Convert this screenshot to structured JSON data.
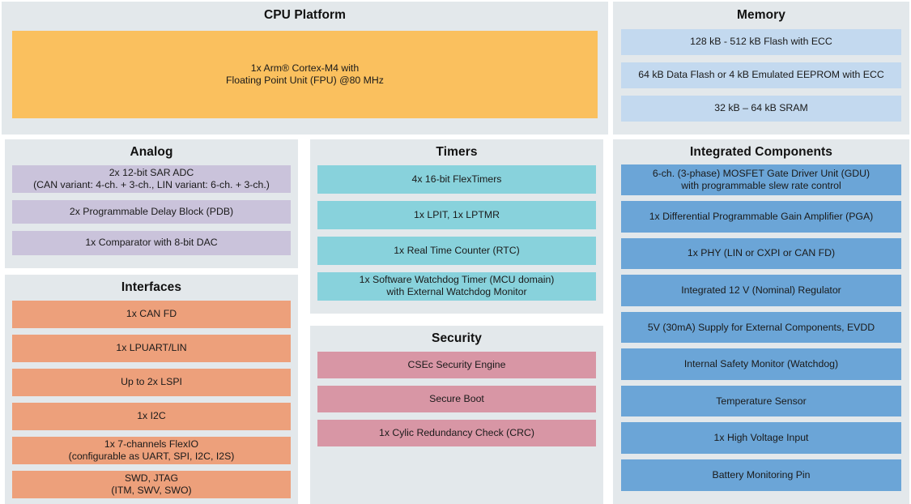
{
  "theme": {
    "page_background": "#ffffff",
    "panel_background": "#e3e8eb",
    "title_color": "#111111",
    "text_color": "#1a1a1a",
    "colors": {
      "cpu": "#fac05e",
      "memory": "#c3d9ef",
      "analog": "#cac3db",
      "interfaces": "#eda07b",
      "timers": "#88d2dc",
      "security": "#d896a5",
      "integrated_components": "#6ba5d7"
    }
  },
  "panels": {
    "cpu_platform": {
      "title": "CPU Platform",
      "blocks": [
        "1x Arm® Cortex-M4 with\nFloating Point Unit (FPU) @80 MHz"
      ]
    },
    "memory": {
      "title": "Memory",
      "blocks": [
        "128 kB - 512 kB Flash with ECC",
        "64 kB Data Flash or 4 kB Emulated EEPROM with ECC",
        "32 kB – 64 kB SRAM"
      ]
    },
    "analog": {
      "title": "Analog",
      "blocks": [
        "2x 12-bit SAR ADC\n(CAN variant: 4-ch. + 3-ch., LIN variant: 6-ch. + 3-ch.)",
        "2x Programmable Delay Block (PDB)",
        "1x Comparator with 8-bit DAC"
      ]
    },
    "interfaces": {
      "title": "Interfaces",
      "blocks": [
        "1x CAN FD",
        "1x LPUART/LIN",
        "Up to 2x LSPI",
        "1x I2C",
        "1x 7-channels FlexIO\n(configurable as UART, SPI, I2C, I2S)",
        "SWD, JTAG\n(ITM, SWV, SWO)"
      ]
    },
    "timers": {
      "title": "Timers",
      "blocks": [
        "4x 16-bit FlexTimers",
        "1x LPIT, 1x LPTMR",
        "1x Real Time Counter (RTC)",
        "1x Software Watchdog Timer (MCU domain)\nwith External Watchdog Monitor"
      ]
    },
    "security": {
      "title": "Security",
      "blocks": [
        "CSEc Security Engine",
        "Secure Boot",
        "1x Cylic Redundancy Check (CRC)"
      ]
    },
    "integrated_components": {
      "title": "Integrated Components",
      "blocks": [
        "6-ch. (3-phase) MOSFET Gate Driver Unit (GDU)\nwith programmable slew rate control",
        "1x Differential Programmable Gain Amplifier (PGA)",
        "1x PHY (LIN or CXPI or CAN FD)",
        "Integrated 12 V (Nominal) Regulator",
        "5V (30mA) Supply for External Components, EVDD",
        "Internal Safety Monitor (Watchdog)",
        "Temperature Sensor",
        "1x High Voltage Input",
        "Battery Monitoring Pin"
      ]
    }
  }
}
